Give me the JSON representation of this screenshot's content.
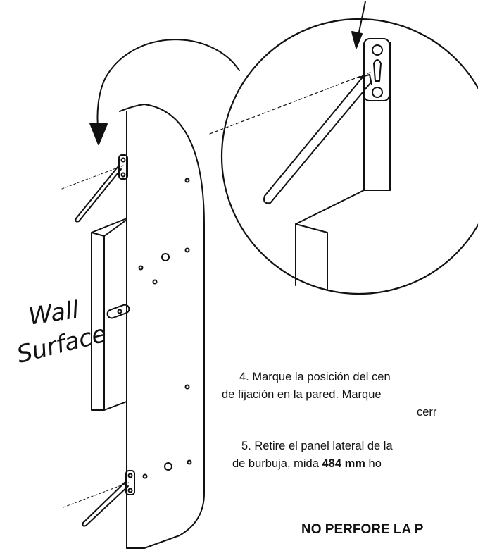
{
  "labels": {
    "wall_line1": "Wall",
    "wall_line2": "Surface"
  },
  "instructions": {
    "step4_line1": "4. Marque la posición del cen",
    "step4_line2": "de fijación en la pared. Marque",
    "step4_line3": "cerr",
    "step5_line1": "5.  Retire el panel lateral de la",
    "step5_line2_pre": "de burbuja, mida ",
    "step5_measure": "484 mm",
    "step5_line2_post": " ho"
  },
  "warning": "NO PERFORE LA P"
}
